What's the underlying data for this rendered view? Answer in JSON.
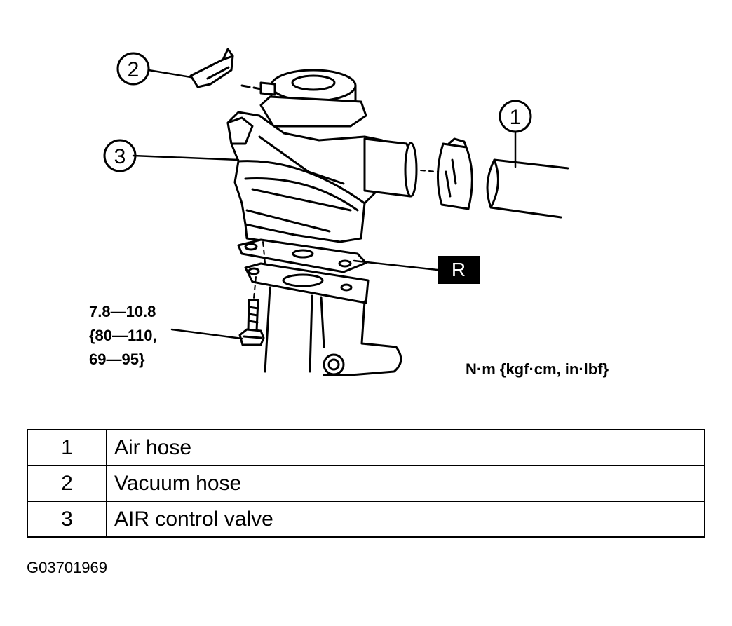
{
  "callouts": [
    "1",
    "2",
    "3"
  ],
  "repair_mark": "R",
  "torque_spec": "7.8—10.8\n{80—110,\n69—95}",
  "torque_units": "N·m {kgf·cm, in·lbf}",
  "legend": [
    {
      "number": "1",
      "label": "Air hose"
    },
    {
      "number": "2",
      "label": "Vacuum hose"
    },
    {
      "number": "3",
      "label": "AIR control valve"
    }
  ],
  "figure_id": "G03701969"
}
